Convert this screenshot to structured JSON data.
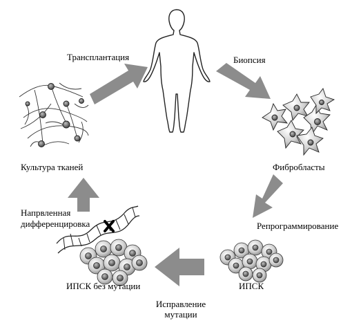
{
  "labels": {
    "transplantation": "Трансплантация",
    "biopsy": "Биопсия",
    "tissue_culture": "Культура тканей",
    "fibroblasts": "Фибробласты",
    "directed_diff_line1": "Напрвленная",
    "directed_diff_line2": "дифференцировка",
    "reprogramming": "Репрограммирование",
    "ipsc_no_mutation": "ИПСК без мутации",
    "ipsc": "ИПСК",
    "correction_line1": "Исправление",
    "correction_line2": "мутации"
  },
  "colors": {
    "arrow": "#8c8c8c",
    "outline": "#222222",
    "cell_fill": "#d9d9d9",
    "nucleus": "#555555",
    "mutation_mark": "#000000"
  },
  "icons": [
    "human-figure-icon",
    "fibroblast-cells-icon",
    "ipsc-colony-icon",
    "ipsc-corrected-colony-icon",
    "dna-helix-icon",
    "neural-tissue-icon"
  ]
}
